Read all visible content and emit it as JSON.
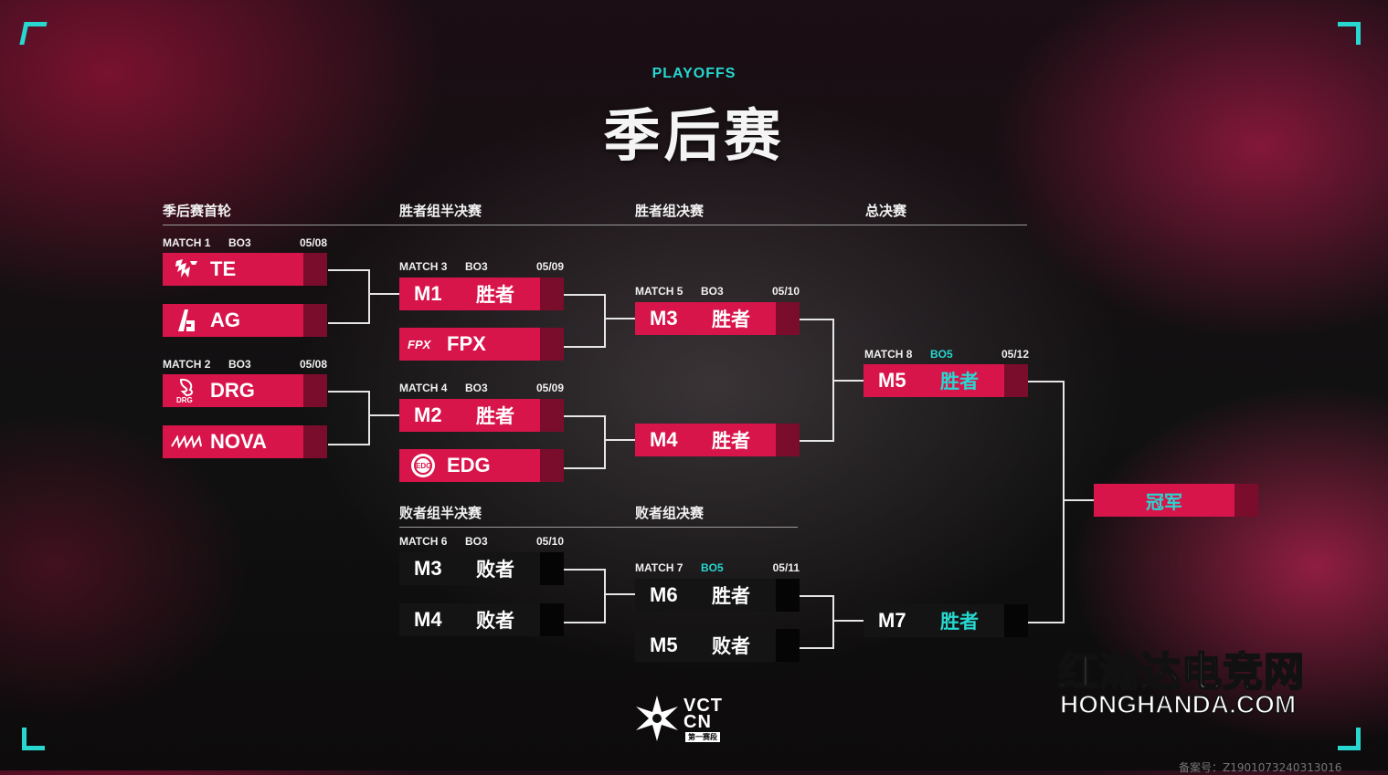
{
  "header": {
    "subtitle": "PLAYOFFS",
    "title": "季后赛"
  },
  "rounds": {
    "r1": "季后赛首轮",
    "ubsemi": "胜者组半决赛",
    "ubfinal": "胜者组决赛",
    "grandfinal": "总决赛",
    "lbsemi": "败者组半决赛",
    "lbfinal": "败者组决赛"
  },
  "matches": {
    "m1": {
      "label": "MATCH 1",
      "bo": "BO3",
      "date": "05/08"
    },
    "m2": {
      "label": "MATCH 2",
      "bo": "BO3",
      "date": "05/08"
    },
    "m3": {
      "label": "MATCH 3",
      "bo": "BO3",
      "date": "05/09"
    },
    "m4": {
      "label": "MATCH 4",
      "bo": "BO3",
      "date": "05/09"
    },
    "m5": {
      "label": "MATCH 5",
      "bo": "BO3",
      "date": "05/10"
    },
    "m6": {
      "label": "MATCH 6",
      "bo": "BO3",
      "date": "05/10"
    },
    "m7": {
      "label": "MATCH 7",
      "bo": "BO5",
      "date": "05/11"
    },
    "m8": {
      "label": "MATCH 8",
      "bo": "BO5",
      "date": "05/12"
    }
  },
  "teams": {
    "te": "TE",
    "ag": "AG",
    "drg": "DRG",
    "nova": "NOVA",
    "fpx": "FPX",
    "edg": "EDG"
  },
  "slots": {
    "m3_top": {
      "code": "M1",
      "res": "胜者"
    },
    "m4_top": {
      "code": "M2",
      "res": "胜者"
    },
    "m5_top": {
      "code": "M3",
      "res": "胜者"
    },
    "m5_bot": {
      "code": "M4",
      "res": "胜者"
    },
    "m6_top": {
      "code": "M3",
      "res": "败者"
    },
    "m6_bot": {
      "code": "M4",
      "res": "败者"
    },
    "m7_top": {
      "code": "M6",
      "res": "胜者"
    },
    "m7_bot": {
      "code": "M5",
      "res": "败者"
    },
    "m8_top": {
      "code": "M5",
      "res": "胜者"
    },
    "gf_bot": {
      "code": "M7",
      "res": "胜者"
    }
  },
  "champion": "冠军",
  "logo": {
    "line1": "VCT",
    "line2": "CN",
    "line3": "第一赛段"
  },
  "watermark": {
    "cn": "红瀚达电竞网",
    "en": "HONGHANDA.COM"
  },
  "icp": "备案号：Z190107324031301​6",
  "colors": {
    "accent": "#d8154b",
    "accent_dark": "#7b0d2c",
    "cyan": "#27d7d0",
    "slot_dark": "#141414"
  }
}
